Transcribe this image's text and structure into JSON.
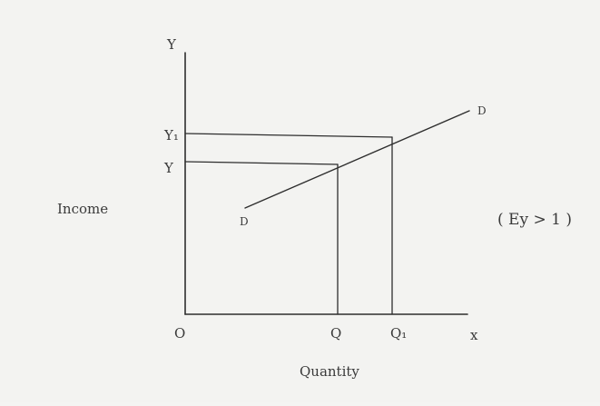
{
  "diagram": {
    "axis_labels": {
      "y_axis_letter": "Y",
      "x_axis_letter": "x",
      "origin": "O",
      "y_axis_title": "Income",
      "x_axis_title": "Quantity"
    },
    "y_ticks": {
      "y": "Y",
      "y1": "Y₁"
    },
    "x_ticks": {
      "q": "Q",
      "q1": "Q₁"
    },
    "curve_labels": {
      "start": "D",
      "end": "D"
    },
    "annotation": "( Ey > 1 )"
  }
}
